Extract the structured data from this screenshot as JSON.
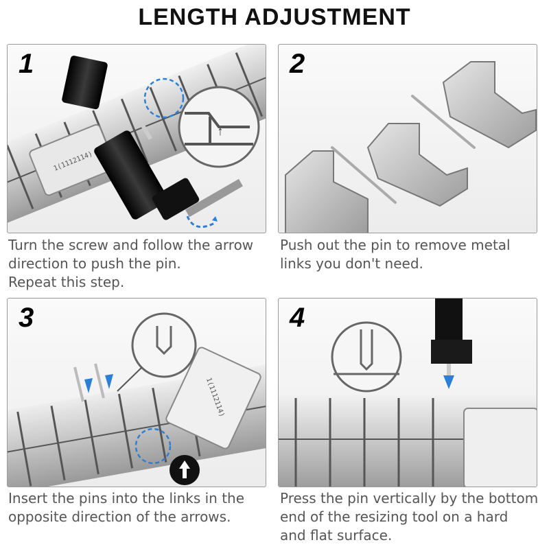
{
  "title": "LENGTH ADJUSTMENT",
  "steps": [
    {
      "number": "1",
      "caption_lines": [
        "Turn the screw and follow the arrow",
        "direction to push the pin.",
        "Repeat this step."
      ],
      "clasp_text": "1(1112114)",
      "arrow_symbol": "↑"
    },
    {
      "number": "2",
      "caption_lines": [
        "Push out the pin to remove metal",
        "links you don't need."
      ]
    },
    {
      "number": "3",
      "caption_lines": [
        "Insert the pins into the links in the",
        "opposite direction of the arrows."
      ],
      "clasp_text": "1(1112114)"
    },
    {
      "number": "4",
      "caption_lines": [
        "Press the pin vertically by the bottom",
        "end of the resizing tool on a hard",
        "and flat surface."
      ]
    }
  ],
  "colors": {
    "panel_border": "#9a9a9a",
    "metal_light": "#d9d9d9",
    "metal_dark": "#8c8c8c",
    "tool_black": "#111111",
    "arrow_blue": "#2b7fd6",
    "caption_text": "#555555"
  }
}
